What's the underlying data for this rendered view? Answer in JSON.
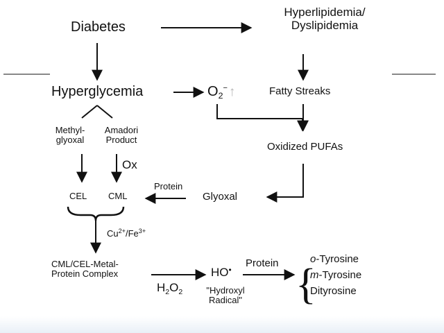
{
  "nodes": {
    "diabetes": "Diabetes",
    "hyperlipidemia_line1": "Hyperlipidemia/",
    "hyperlipidemia_line2": "Dyslipidemia",
    "hyperglycemia": "Hyperglycemia",
    "superoxide_base": "O",
    "superoxide_sub": "2",
    "superoxide_sup": "−",
    "superoxide_up_arrow": "↑",
    "fatty_streaks": "Fatty Streaks",
    "methylglyoxal_line1": "Methyl-",
    "methylglyoxal_line2": "glyoxal",
    "amadori_line1": "Amadori",
    "amadori_line2": "Product",
    "ox": "Ox",
    "oxidized_pufas": "Oxidized PUFAs",
    "cel": "CEL",
    "cml": "CML",
    "protein_label_1": "Protein",
    "glyoxal": "Glyoxal",
    "cu_base": "Cu",
    "cu_charge": "2+",
    "fe_base": "/Fe",
    "fe_charge": "3+",
    "complex_line1": "CML/CEL-Metal-",
    "complex_line2": "Protein Complex",
    "h2o2_h": "H",
    "h2o2_2a": "2",
    "h2o2_o": "O",
    "h2o2_2b": "2",
    "ho_radical": "HO",
    "radical_dot": "•",
    "protein_label_2": "Protein",
    "hydroxyl_line1": "\"Hydroxyl",
    "hydroxyl_line2": "Radical\"",
    "tyrosine_prefix_o": "o",
    "tyrosine_prefix_m": "m",
    "tyrosine_suffix": "-Tyrosine",
    "dityrosine": "Dityrosine"
  },
  "colors": {
    "text": "#111111",
    "arrow": "#111111",
    "separator": "#888888",
    "superoxide_up_arrow": "#b8b8b8",
    "bottom_band": "#e9f0f7"
  }
}
